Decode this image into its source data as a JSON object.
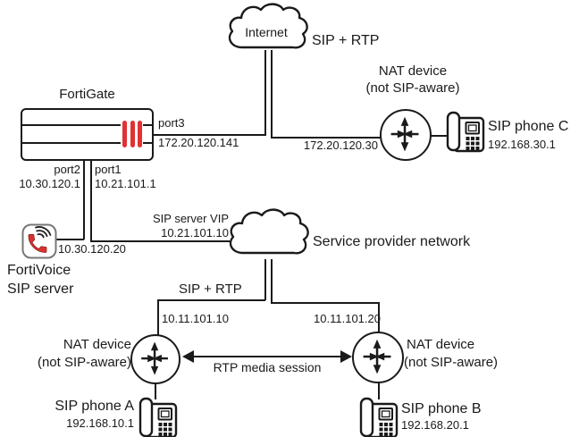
{
  "colors": {
    "line": "#1a1a1a",
    "red": "#e03232"
  },
  "internet_cloud": {
    "label": "Internet"
  },
  "top_link": {
    "label": "SIP + RTP"
  },
  "fortigate": {
    "title": "FortiGate",
    "port3": {
      "label": "port3",
      "ip": "172.20.120.141"
    },
    "port2": {
      "label": "port2",
      "ip": "10.30.120.1"
    },
    "port1": {
      "label": "port1",
      "ip": "10.21.101.1"
    }
  },
  "nat_top": {
    "name_line1": "NAT device",
    "name_line2": "(not SIP-aware)",
    "wan_ip": "172.20.120.30"
  },
  "sip_phone_c": {
    "name": "SIP phone C",
    "ip": "192.168.30.1"
  },
  "fortivoice": {
    "ip": "10.30.120.20",
    "name_line1": "FortiVoice",
    "name_line2": "SIP server"
  },
  "sip_server_vip": {
    "label": "SIP server VIP",
    "ip": "10.21.101.10"
  },
  "provider_cloud": {
    "label": "Service provider network"
  },
  "provider_link": {
    "label": "SIP + RTP"
  },
  "nat_left": {
    "name_line1": "NAT device",
    "name_line2": "(not SIP-aware)",
    "ip": "10.11.101.10"
  },
  "nat_right": {
    "name_line1": "NAT device",
    "name_line2": "(not SIP-aware)",
    "ip": "10.11.101.20"
  },
  "rtp_session": {
    "label": "RTP media session"
  },
  "sip_phone_a": {
    "name": "SIP phone A",
    "ip": "192.168.10.1"
  },
  "sip_phone_b": {
    "name": "SIP phone B",
    "ip": "192.168.20.1"
  }
}
